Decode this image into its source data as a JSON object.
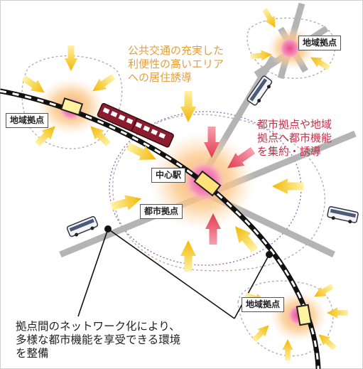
{
  "labels": {
    "regional_hub_left": "地域拠点",
    "regional_hub_top_right": "地域拠点",
    "regional_hub_bottom_right": "地域拠点",
    "central_station": "中心駅",
    "urban_hub": "都市拠点"
  },
  "captions": {
    "transit": [
      "公共交通の充実した",
      "利便性の高いエリア",
      "への居住誘導"
    ],
    "concentration": [
      "都市拠点や地域",
      "拠点へ都市機能",
      "を集約・誘導"
    ],
    "network": [
      "拠点間のネットワーク化により、",
      "多様な都市機能を享受できる環境",
      "を整備"
    ]
  },
  "colors": {
    "arrow_yellow": "#f2b705",
    "arrow_red": "#e03a52",
    "hub_pink": "#f58cb8",
    "halo_orange": "#fbc98c",
    "rail_black": "#111111",
    "road_gray": "#b4b4b4",
    "caption_orange": "#e0a040",
    "caption_crimson": "#c0304a"
  }
}
